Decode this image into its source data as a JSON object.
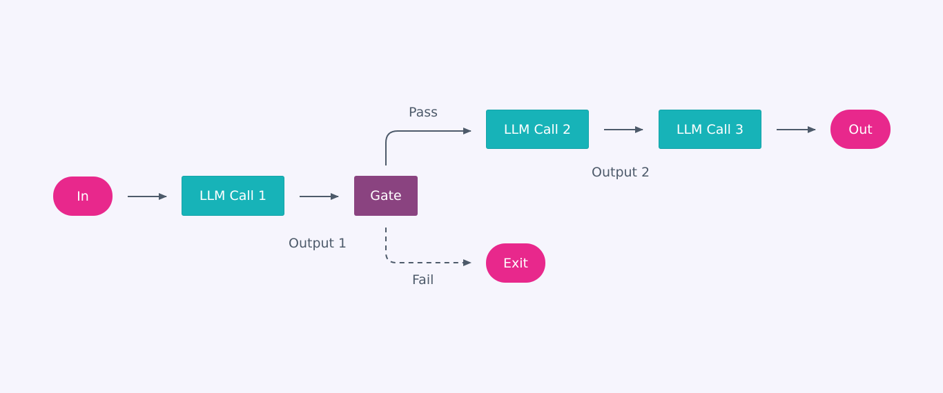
{
  "nodes": {
    "in": "In",
    "llm1": "LLM Call 1",
    "gate": "Gate",
    "llm2": "LLM Call 2",
    "llm3": "LLM Call 3",
    "out": "Out",
    "exit": "Exit"
  },
  "edge_labels": {
    "output1": "Output 1",
    "output2": "Output 2",
    "pass": "Pass",
    "fail": "Fail"
  },
  "colors": {
    "background": "#f6f5fd",
    "terminal": "#e8288c",
    "process": "#17b3b8",
    "gate": "#8a4380",
    "edge": "#4d5a6a"
  }
}
